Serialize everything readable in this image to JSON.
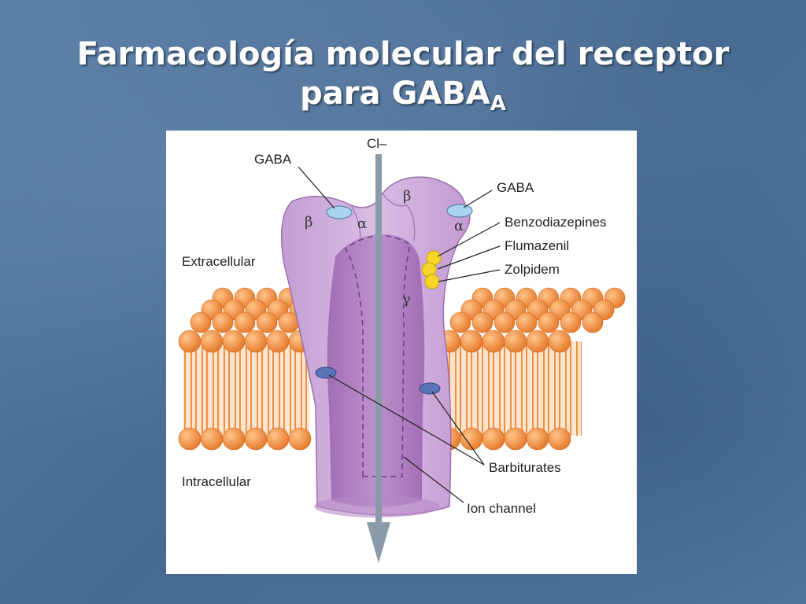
{
  "slide": {
    "title_main": "Farmacología molecular del receptor",
    "title_second": "para GABA",
    "title_subscript": "A"
  },
  "diagram": {
    "ion_label": "Cl–",
    "labels": {
      "gaba_left": "GABA",
      "gaba_right": "GABA",
      "benzodiazepines": "Benzodiazepines",
      "flumazenil": "Flumazenil",
      "zolpidem": "Zolpidem",
      "extracellular": "Extracellular",
      "intracellular": "Intracellular",
      "barbiturates": "Barbiturates",
      "ion_channel": "Ion channel"
    },
    "subunits": {
      "beta_left": "β",
      "alpha_left": "α",
      "beta_right": "β",
      "alpha_right": "α",
      "gamma": "γ"
    },
    "colors": {
      "receptor": "#c9a3d6",
      "receptor_dark": "#a877bb",
      "lipid_head": "#f2913f",
      "gaba_site": "#a9d3ee",
      "barbiturate_site": "#5a74b8",
      "benzodiazepine_site": "#f6d42a",
      "arrow": "#8a9aa8"
    }
  }
}
